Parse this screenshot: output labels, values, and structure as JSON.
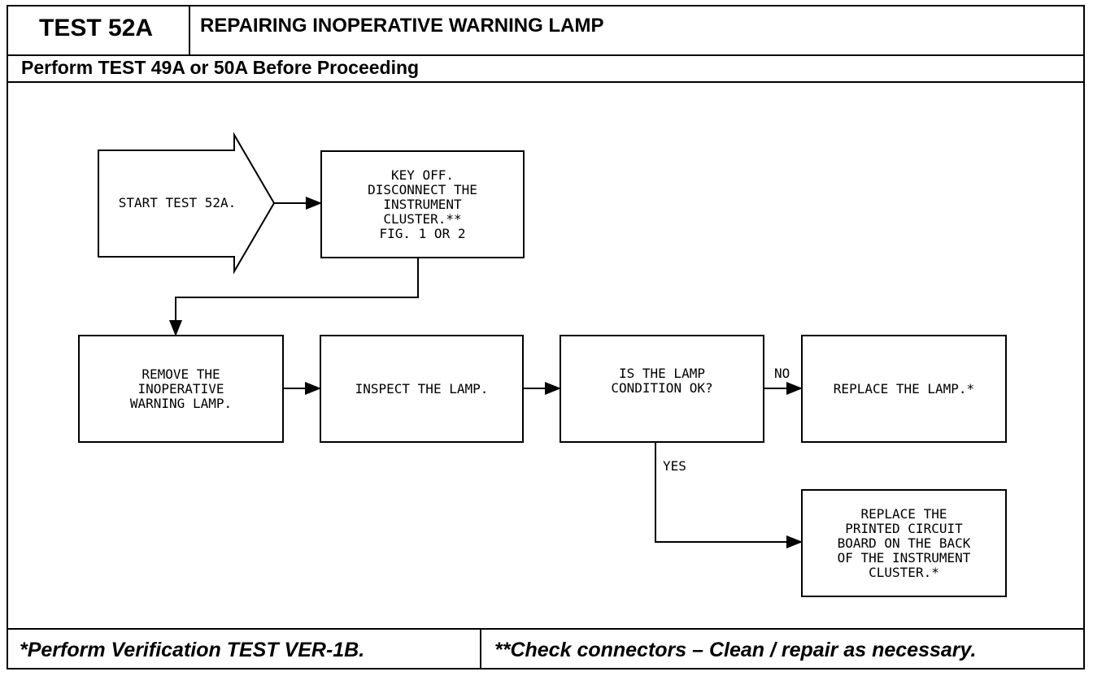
{
  "header": {
    "test_id": "TEST 52A",
    "title": "REPAIRING INOPERATIVE WARNING LAMP",
    "prereq": "Perform TEST 49A or 50A Before Proceeding"
  },
  "flow": {
    "start": "START TEST 52A.",
    "step1": "KEY OFF.\nDISCONNECT THE\nINSTRUMENT\nCLUSTER.**\nFIG. 1 OR 2",
    "step2": "REMOVE THE\nINOPERATIVE\nWARNING LAMP.",
    "step3": "INSPECT THE LAMP.",
    "decision": "IS THE LAMP\nCONDITION OK?",
    "no_label": "NO",
    "no_action": "REPLACE THE LAMP.*",
    "yes_label": "YES",
    "yes_action": "REPLACE THE\nPRINTED CIRCUIT\nBOARD ON THE BACK\nOF THE INSTRUMENT\nCLUSTER.*"
  },
  "footer": {
    "left": "*Perform Verification TEST VER-1B.",
    "right": "**Check connectors – Clean / repair as necessary."
  }
}
